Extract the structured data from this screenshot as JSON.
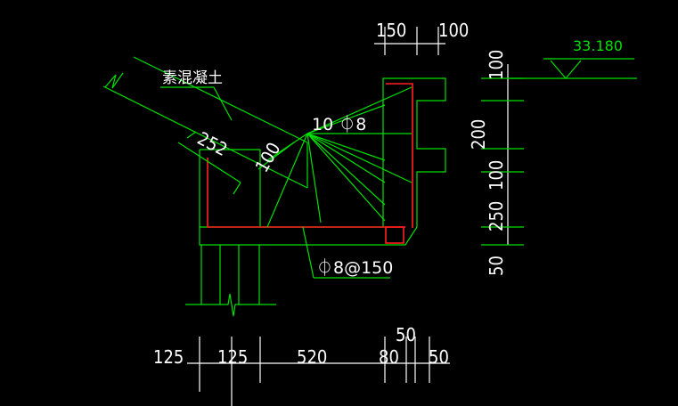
{
  "labels": {
    "plain_concrete": "素混凝土",
    "top_rebar": "10 ⏀8",
    "stirrup_rebar": "⏀8@150",
    "elevation": "33.180"
  },
  "dims_top": {
    "d1": "150",
    "d2": "100"
  },
  "dims_right": {
    "d1": "100",
    "d2": "200",
    "d3": "100",
    "d4": "250",
    "d5": "50"
  },
  "dims_bottom": {
    "d1": "125",
    "d2": "125",
    "d3": "520",
    "d4": "80",
    "d5": "50",
    "d6": "50"
  },
  "dims_slope": {
    "d1": "252",
    "d2": "100"
  },
  "colors": {
    "background": "#000000",
    "outline": "#00e000",
    "rebar": "#ff2020",
    "text": "#ffffff"
  }
}
